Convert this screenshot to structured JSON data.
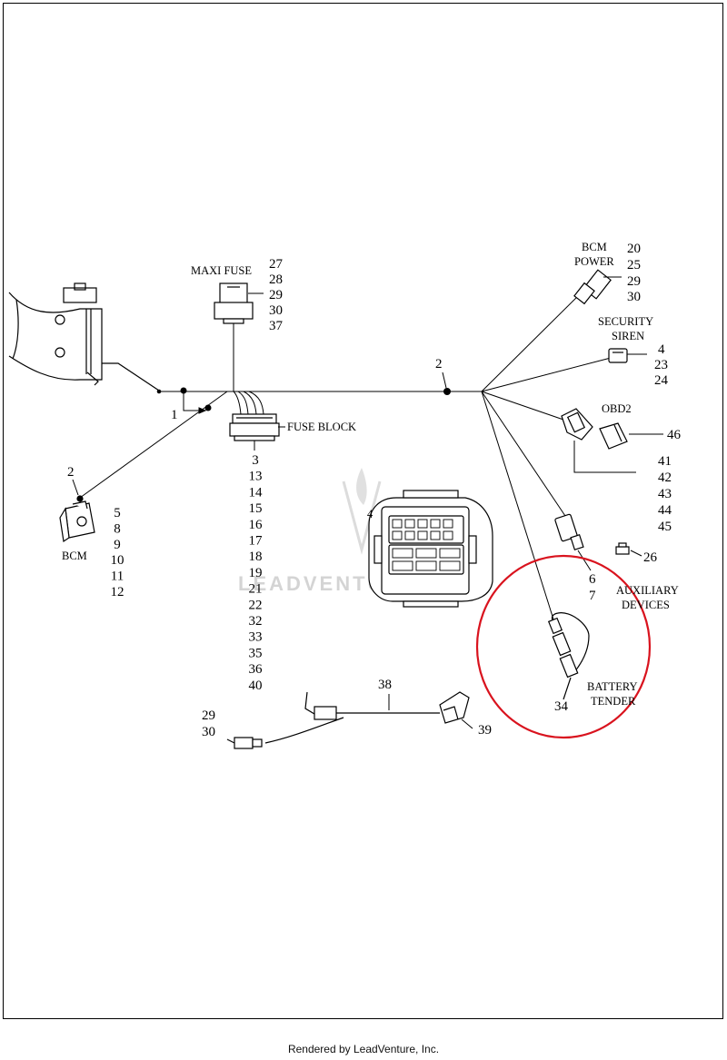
{
  "watermark": "LEADVENTURE",
  "footer": "Rendered by LeadVenture, Inc.",
  "highlight_color": "#d9131e",
  "callouts": {
    "maxi_fuse": {
      "caption": "MAXI FUSE",
      "numbers": [
        "27",
        "28",
        "29",
        "30",
        "37"
      ]
    },
    "bcm_power": {
      "caption": [
        "BCM",
        "POWER"
      ],
      "numbers": [
        "20",
        "25",
        "29",
        "30"
      ]
    },
    "security_siren": {
      "caption": [
        "SECURITY",
        "SIREN"
      ],
      "numbers": [
        "4",
        "23",
        "24"
      ]
    },
    "obd2": {
      "caption": "OBD2",
      "numbers": [
        "46"
      ],
      "numbers_lower": [
        "41",
        "42",
        "43",
        "44",
        "45"
      ]
    },
    "fuse_block": {
      "caption": "FUSE BLOCK",
      "numbers": [
        "3",
        "13",
        "14",
        "15",
        "16",
        "17",
        "18",
        "19",
        "21",
        "22",
        "32",
        "33",
        "35",
        "36",
        "40"
      ]
    },
    "bcm": {
      "caption": "BCM",
      "top_number": "2",
      "numbers": [
        "5",
        "8",
        "9",
        "10",
        "11",
        "12"
      ]
    },
    "harness_clip_1": "1",
    "harness_clip_2": "2",
    "connector_6": [
      "6",
      "7"
    ],
    "plug_26": "26",
    "auxiliary_devices": [
      "AUXILIARY",
      "DEVICES"
    ],
    "battery_tender": {
      "caption": [
        "BATTERY",
        "TENDER"
      ],
      "number": "34"
    },
    "jumper_38": "38",
    "jumper_39": "39",
    "jumper_left": [
      "29",
      "30"
    ],
    "connector_detail": "4"
  }
}
